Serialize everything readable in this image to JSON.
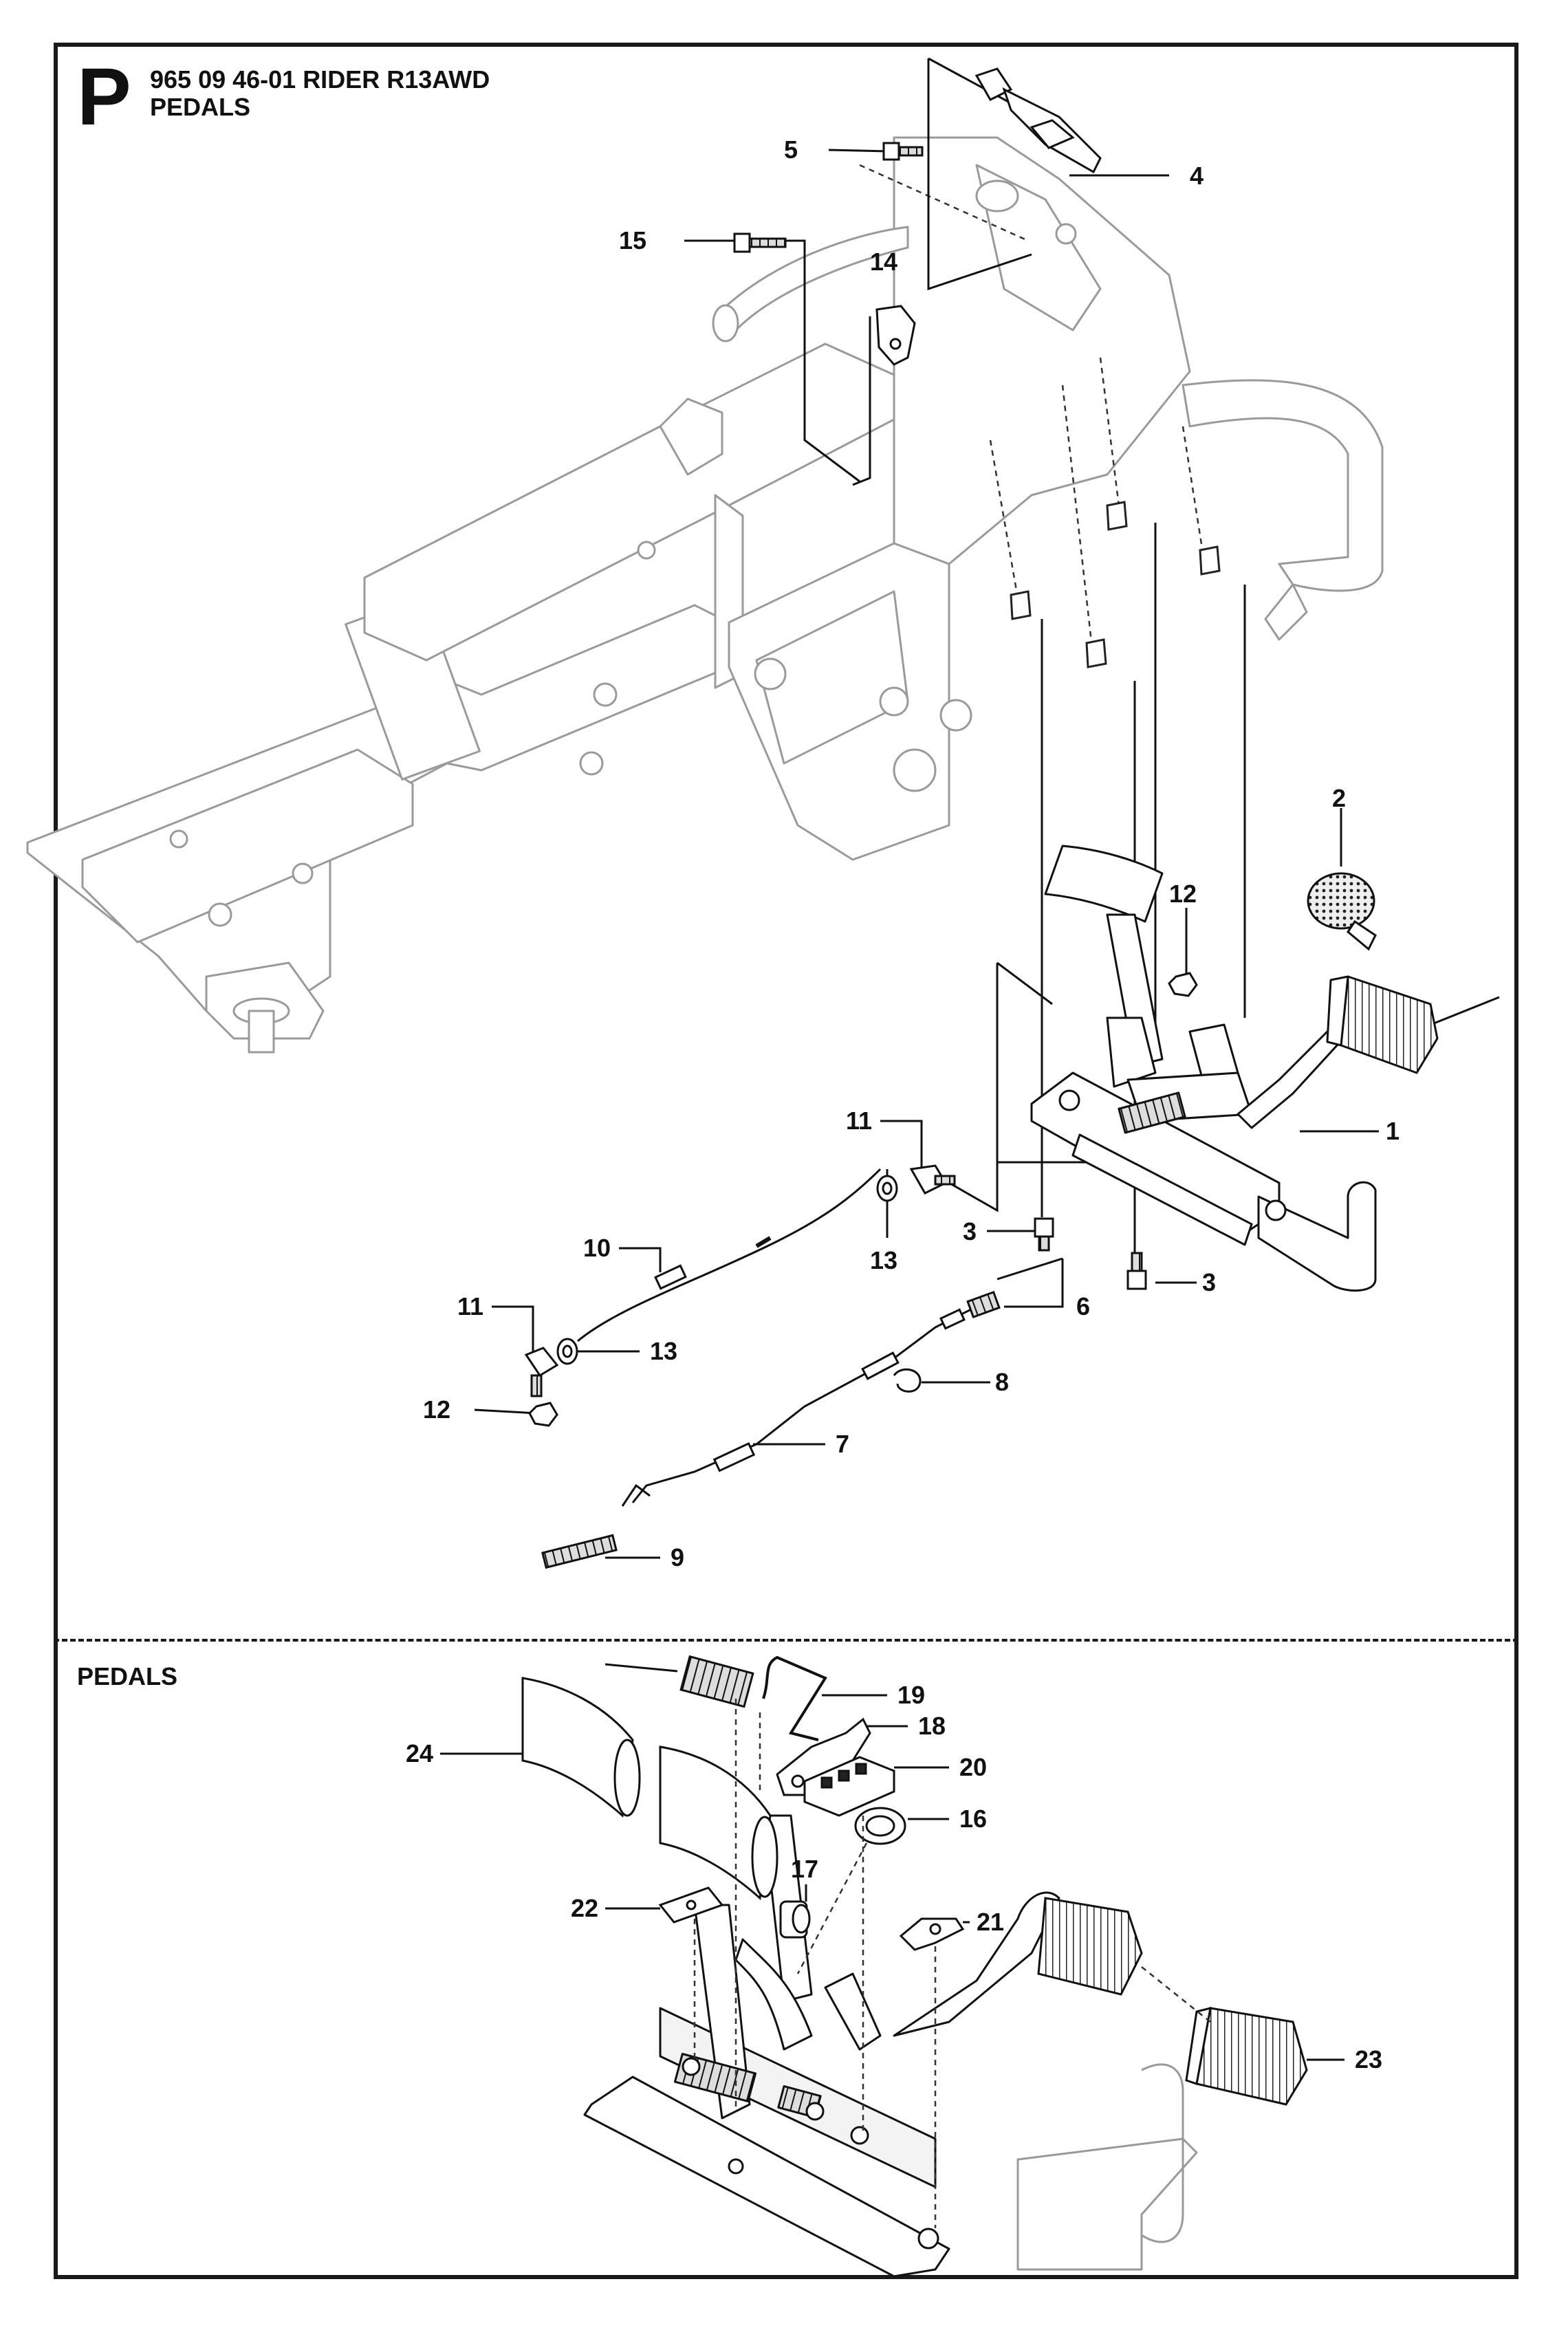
{
  "header": {
    "section_letter": "P",
    "title_line1": "965 09 46-01 RIDER R13AWD",
    "title_line2": "PEDALS"
  },
  "lower_section": {
    "title": "PEDALS"
  },
  "callouts": [
    {
      "id": "c1",
      "label": "1"
    },
    {
      "id": "c2",
      "label": "2"
    },
    {
      "id": "c3a",
      "label": "3"
    },
    {
      "id": "c3b",
      "label": "3"
    },
    {
      "id": "c4",
      "label": "4"
    },
    {
      "id": "c5",
      "label": "5"
    },
    {
      "id": "c6",
      "label": "6"
    },
    {
      "id": "c7",
      "label": "7"
    },
    {
      "id": "c8",
      "label": "8"
    },
    {
      "id": "c9",
      "label": "9"
    },
    {
      "id": "c10",
      "label": "10"
    },
    {
      "id": "c11a",
      "label": "11"
    },
    {
      "id": "c11b",
      "label": "11"
    },
    {
      "id": "c12a",
      "label": "12"
    },
    {
      "id": "c12b",
      "label": "12"
    },
    {
      "id": "c13a",
      "label": "13"
    },
    {
      "id": "c13b",
      "label": "13"
    },
    {
      "id": "c14",
      "label": "14"
    },
    {
      "id": "c15",
      "label": "15"
    },
    {
      "id": "c16",
      "label": "16"
    },
    {
      "id": "c17",
      "label": "17"
    },
    {
      "id": "c18",
      "label": "18"
    },
    {
      "id": "c19",
      "label": "19"
    },
    {
      "id": "c20",
      "label": "20"
    },
    {
      "id": "c21",
      "label": "21"
    },
    {
      "id": "c22",
      "label": "22"
    },
    {
      "id": "c23",
      "label": "23"
    },
    {
      "id": "c24",
      "label": "24"
    }
  ]
}
